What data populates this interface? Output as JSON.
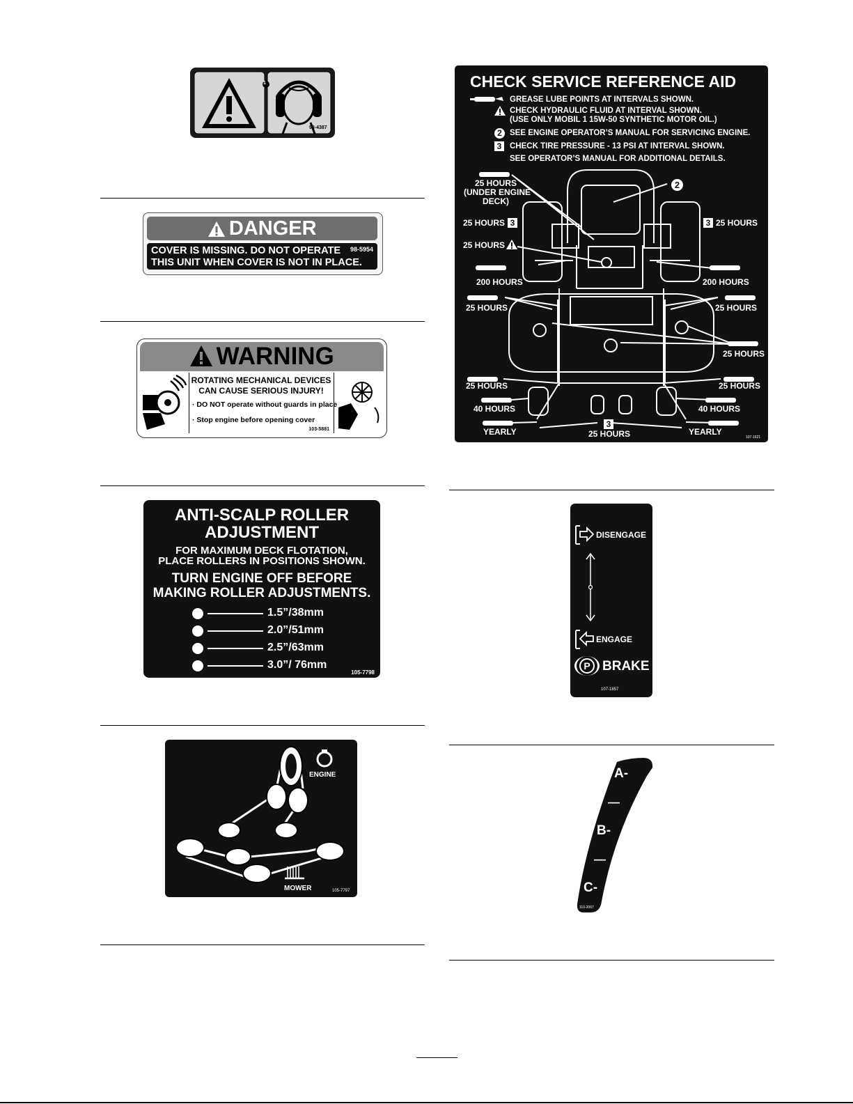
{
  "decals": {
    "ear": {
      "callout": "1",
      "part_number": "98-4387",
      "icons": [
        "warning-triangle-icon",
        "ear-protection-icon"
      ]
    },
    "danger": {
      "header": "DANGER",
      "line1": "COVER IS MISSING. DO NOT OPERATE",
      "line2": "THIS UNIT WHEN COVER IS NOT IN PLACE.",
      "part_number": "98-5954"
    },
    "warning": {
      "header": "WARNING",
      "line1": "ROTATING MECHANICAL DEVICES",
      "line2": "CAN CAUSE SERIOUS INJURY!",
      "bullet1": "· DO NOT operate without guards in place",
      "bullet2": "· Stop engine before opening cover",
      "part_number": "103-5881"
    },
    "antiscalp": {
      "title1": "ANTI-SCALP ROLLER",
      "title2": "ADJUSTMENT",
      "sub1": "FOR MAXIMUM DECK FLOTATION,",
      "sub2": "PLACE ROLLERS IN POSITIONS SHOWN.",
      "warn1": "TURN ENGINE OFF BEFORE",
      "warn2": "MAKING ROLLER ADJUSTMENTS.",
      "heights": [
        "1.5”/38mm",
        "2.0”/51mm",
        "2.5”/63mm",
        "3.0”/ 76mm"
      ],
      "part_number": "105-7798"
    },
    "belt": {
      "engine_label": "ENGINE",
      "mower_label": "MOWER",
      "part_number": "105-7797"
    },
    "service": {
      "title": "CHECK SERVICE REFERENCE AID",
      "legend": [
        {
          "icon": "grease-gun-icon",
          "text": "GREASE LUBE POINTS AT INTERVALS SHOWN."
        },
        {
          "icon": "warning-triangle-icon",
          "text": "CHECK HYDRAULIC FLUID AT INTERVAL SHOWN."
        },
        {
          "icon": "",
          "text": "(USE ONLY MOBIL 1 15W-50 SYNTHETIC MOTOR OIL.)"
        },
        {
          "icon": "circle-2-icon",
          "text": "SEE ENGINE OPERATOR’S MANUAL FOR SERVICING ENGINE."
        },
        {
          "icon": "square-3-icon",
          "text": "CHECK TIRE PRESSURE - 13 PSI AT INTERVAL SHOWN."
        },
        {
          "icon": "",
          "text": "SEE OPERATOR’S MANUAL FOR ADDITIONAL DETAILS."
        }
      ],
      "labels": {
        "under_engine_1": "25 HOURS",
        "under_engine_2": "(UNDER ENGINE",
        "under_engine_3": "DECK)",
        "tire_left": "25 HOURS",
        "tire_right": "25 HOURS",
        "hydraulic": "25 HOURS",
        "left_200": "200 HOURS",
        "right_200": "200 HOURS",
        "left_25a": "25  HOURS",
        "right_25a": "25  HOURS",
        "right_25b": "25 HOURS",
        "left_25c": "25 HOURS",
        "right_25c": "25 HOURS",
        "left_40": "40 HOURS",
        "right_40": "40 HOURS",
        "left_yearly": "YEARLY",
        "right_yearly": "YEARLY",
        "bottom_25": "25 HOURS"
      },
      "callout_2": "2",
      "callout_3": "3",
      "part_number": "107-1621"
    },
    "brake": {
      "disengage": "DISENGAGE",
      "engage": "ENGAGE",
      "p_symbol": "P",
      "brake": "BRAKE",
      "part_number": "107-1857"
    },
    "height": {
      "marks": [
        "A-",
        "—",
        "B-",
        "—",
        "C-"
      ],
      "part_number": "110-2067"
    }
  }
}
